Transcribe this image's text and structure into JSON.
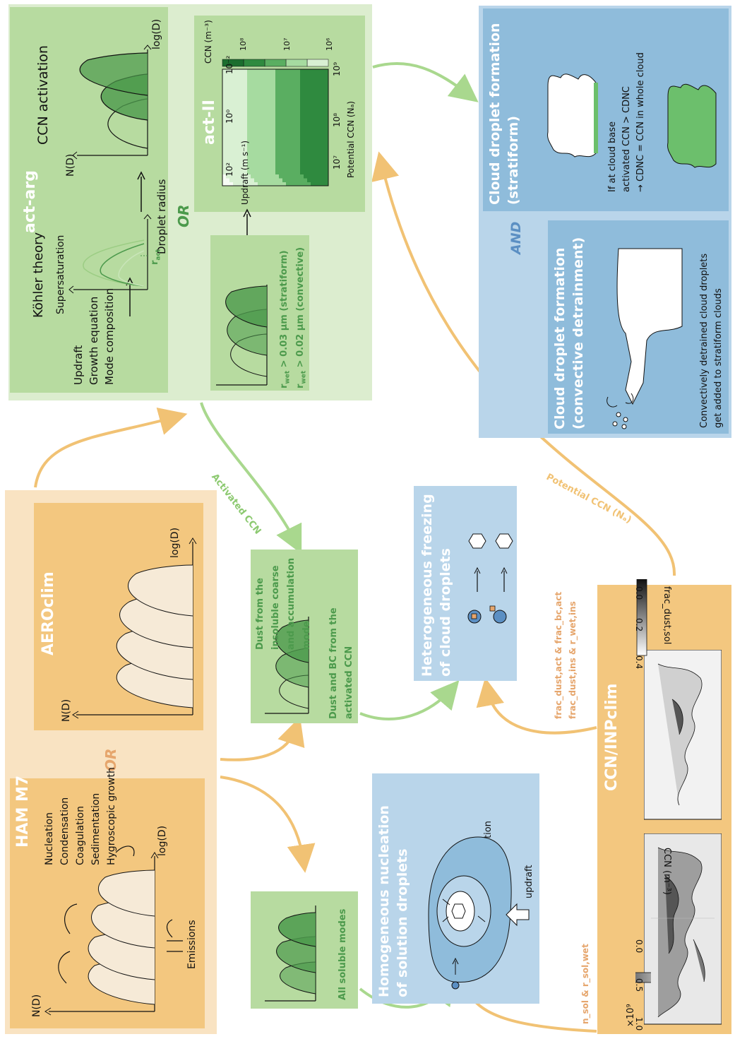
{
  "colors": {
    "green_light": "#dcedcf",
    "green_panel": "#b7dba0",
    "green_dark": "#4c9a4c",
    "orange_light": "#f9e3c2",
    "orange_panel": "#f3c77f",
    "orange_arrow": "#f1c274",
    "blue_light": "#b9d5ea",
    "blue_panel": "#8fbcdb",
    "blue_dark": "#5b8fc3",
    "mode_fill": "#f6ead7"
  },
  "ham_m7": {
    "title": "HAM M7",
    "processes": [
      "Nucleation",
      "Condensation",
      "Coagulation",
      "Sedimentation",
      "Hygroscopic growth"
    ],
    "emissions": "Emissions",
    "ylabel": "N(D)",
    "xlabel": "log(D)"
  },
  "or_orange": "OR",
  "aeroclim": {
    "title": "AEROclim",
    "ylabel": "N(D)",
    "xlabel": "log(D)"
  },
  "act_arg": {
    "title": "act-arg",
    "kohler": "Köhler theory",
    "inputs": [
      "Updraft",
      "Growth equation",
      "Mode composition"
    ],
    "supersaturation": "Supersaturation",
    "r_act": "r",
    "r_act_sub": "act",
    "droplet_radius": "Droplet radius",
    "ccn_activation": "CCN activation",
    "ylabel": "N(D)",
    "xlabel": "log(D)"
  },
  "or_green": "OR",
  "act_ii": {
    "title": "act-II",
    "rwet_label": "r",
    "rwet_sub": "wet",
    "rwet_stratiform": "> 0.03 μm (stratiform)",
    "rwet_convective": "> 0.02 μm (convective)",
    "heatmap_xlabel": "Updraft (m s⁻¹)",
    "heatmap_ylabel": "Potential CCN (Nₐ)",
    "x_ticks": [
      "10²",
      "10⁰",
      "10⁻²"
    ],
    "y_ticks": [
      "10⁷",
      "10⁸",
      "10⁹"
    ],
    "colorbar_label": "CCN (m⁻³)",
    "colorbar_ticks": [
      "10⁸",
      "10⁷",
      "10⁶"
    ]
  },
  "activated_ccn": "Activated CCN",
  "potential_ccn": "Potential CCN (Nₐ)",
  "dust_box": {
    "insoluble": "Dust from the insoluble coarse and accumulation mode",
    "activated": "Dust and BC from the activated CCN"
  },
  "soluble_box": {
    "label": "All soluble modes"
  },
  "homogeneous": {
    "title_1": "Homogeneous nucleation",
    "title_2": "of solution droplets",
    "supersaturation": "supersaturation",
    "updraft": "updraft"
  },
  "heterogeneous": {
    "title_1": "Heterogeneous freezing",
    "title_2": "of cloud droplets"
  },
  "frac_label_1": "frac_dust,act & frac_bc,act",
  "frac_label_2": "frac_dust,ins & r_wet,ins",
  "nsol_label": "n_sol & r_sol,wet",
  "ccn_inp": {
    "title": "CCN/INPclim",
    "ccn_scale": "×10⁹",
    "ccn_ticks": [
      "1.0",
      "0.5",
      "0.0"
    ],
    "ccn_label": "CCN (m⁻³)",
    "frac_ticks": [
      "0.4",
      "0.2",
      "0.0"
    ],
    "frac_label": "frac_dust,sol"
  },
  "stratiform": {
    "title_1": "Cloud droplet formation",
    "title_2": "(stratiform)",
    "rule_1": "If at cloud base",
    "rule_2": "activated CCN > CDNC",
    "rule_3": "→ CDNC = CCN in whole cloud"
  },
  "and_label": "AND",
  "convective": {
    "title_1": "Cloud droplet formation",
    "title_2": "(convective detrainment)",
    "note_1": "Convectively detrained cloud droplets",
    "note_2": "get added to stratiform clouds"
  },
  "chart_data": {
    "type": "heatmap",
    "title": "act-II",
    "xlabel": "Updraft (m s⁻¹)",
    "ylabel": "Potential CCN (Nₐ)",
    "x_scale": "log",
    "y_scale": "log",
    "x_range": [
      0.001,
      100
    ],
    "y_range": [
      10000000,
      1000000000
    ],
    "colorbar": {
      "label": "CCN (m⁻³)",
      "scale": "log",
      "range": [
        1000000,
        1000000000
      ]
    },
    "levels": [
      1000000,
      10000000,
      30000000,
      100000000,
      300000000,
      1000000000
    ]
  }
}
